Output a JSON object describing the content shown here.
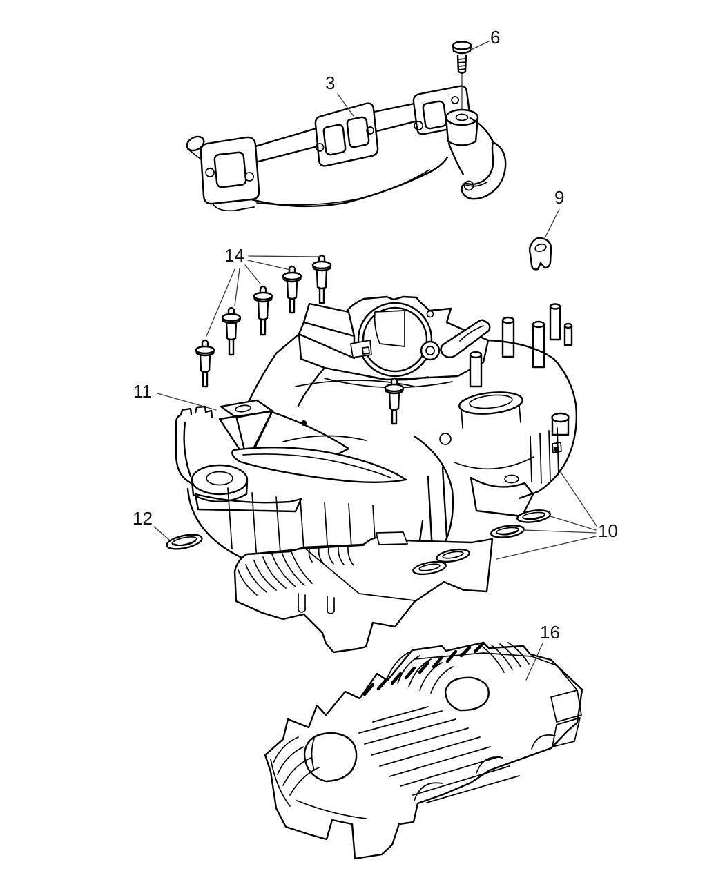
{
  "diagram": {
    "background": "#ffffff",
    "line_color": "#000000",
    "leader_color": "#3a3a3a",
    "callouts": [
      {
        "id": "c3",
        "text": "3",
        "part": "exhaust-manifold"
      },
      {
        "id": "c6",
        "text": "6",
        "part": "manifold-bolt"
      },
      {
        "id": "c9",
        "text": "9",
        "part": "retainer-clip"
      },
      {
        "id": "c14",
        "text": "14",
        "part": "mounting-studs"
      },
      {
        "id": "c11",
        "text": "11",
        "part": "intake-manifold"
      },
      {
        "id": "c12",
        "text": "12",
        "part": "seal-ring"
      },
      {
        "id": "c10",
        "text": "10",
        "part": "gasket-seals"
      },
      {
        "id": "c16",
        "text": "16",
        "part": "valley-insulator-tray"
      }
    ]
  }
}
